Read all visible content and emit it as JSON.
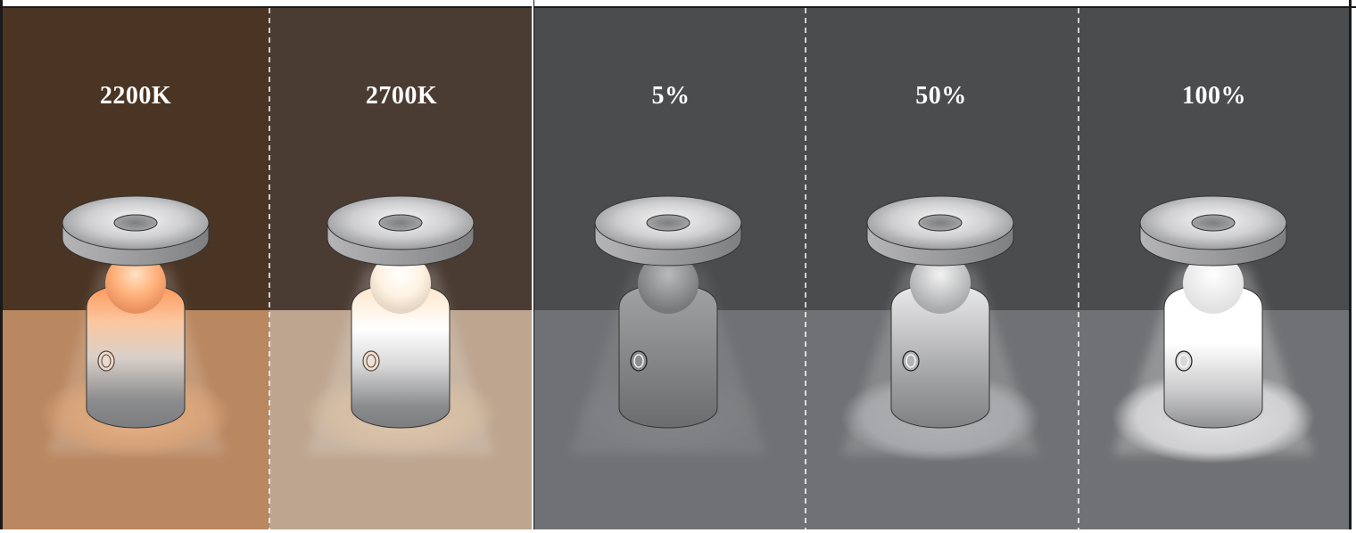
{
  "groups": {
    "color_temperature": {
      "wall_color": "#4b3627",
      "floor_color": "#b78b6a",
      "panels": [
        {
          "label": "2200K",
          "glow_color": "#ffb27a",
          "wall": "#4a3424",
          "floor": "#b98760"
        },
        {
          "label": "2700K",
          "glow_color": "#fff3e6",
          "wall": "#4b3c33",
          "floor": "#bda58f"
        }
      ]
    },
    "brightness": {
      "wall_color": "#4b4c4e",
      "floor_color": "#707174",
      "panels": [
        {
          "label": "5%",
          "level": 0.05
        },
        {
          "label": "50%",
          "level": 0.5
        },
        {
          "label": "100%",
          "level": 1.0
        }
      ]
    }
  }
}
